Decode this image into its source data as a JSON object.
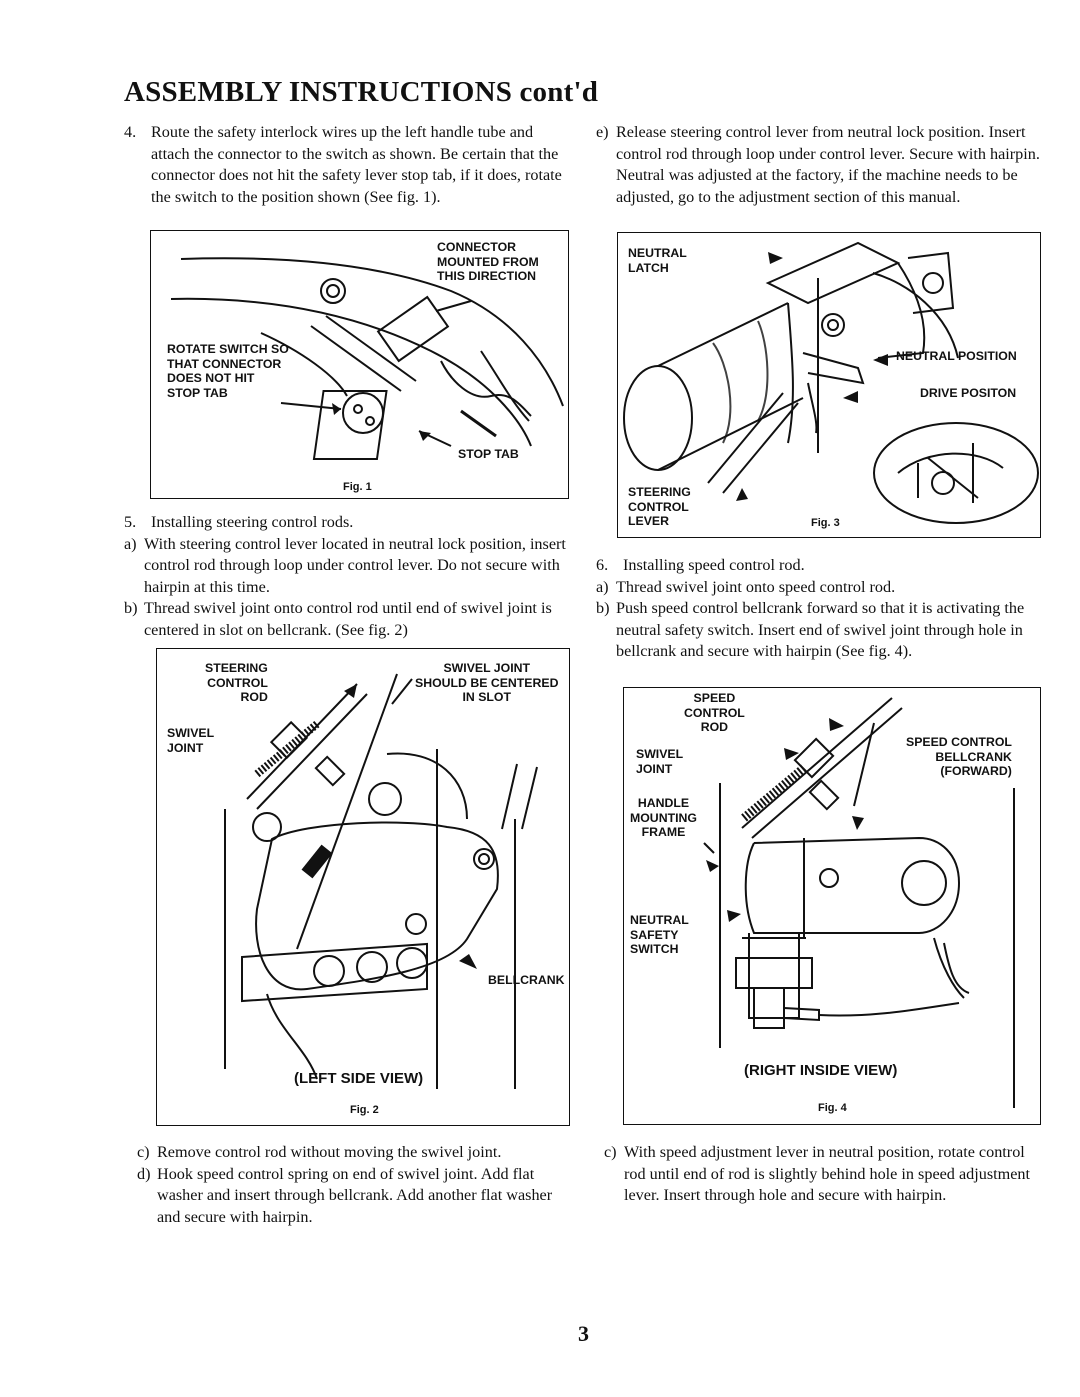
{
  "page": {
    "title": "ASSEMBLY INSTRUCTIONS cont'd",
    "page_number": "3"
  },
  "left_column": {
    "item4": {
      "num": "4.",
      "text": "Route the safety interlock wires up the left handle tube and attach the connector to the switch as shown. Be certain that the connector does not hit the safety lever stop tab, if it does, rotate the switch to the position shown (See fig. 1)."
    },
    "item5": {
      "num": "5.",
      "text": "Installing steering control rods.",
      "a_num": "a)",
      "a_text": "With steering control lever located in neutral lock position, insert control rod through loop under control lever. Do not secure with hairpin at this time.",
      "b_num": "b)",
      "b_text": "Thread swivel joint onto control rod until end of swivel joint is centered in slot on bellcrank. (See fig. 2)"
    },
    "bottom": {
      "c_num": "c)",
      "c_text": "Remove control rod without moving the swivel joint.",
      "d_num": "d)",
      "d_text": "Hook speed control spring on end of swivel joint. Add flat washer and insert through bellcrank. Add another flat washer and secure with hairpin."
    }
  },
  "right_column": {
    "item_e": {
      "num": "e)",
      "text": "Release steering control lever from neutral lock position. Insert control rod through loop under control lever. Secure with hairpin. Neutral was adjusted at the factory, if the machine needs to be adjusted, go to the adjustment section of this manual."
    },
    "item6": {
      "num": "6.",
      "text": "Installing speed control rod.",
      "a_num": "a)",
      "a_text": "Thread swivel joint onto speed control rod.",
      "b_num": "b)",
      "b_text": "Push speed control bellcrank forward so that it is activating the neutral safety switch. Insert end of swivel joint through hole in bellcrank and secure with hairpin (See fig. 4)."
    },
    "bottom": {
      "c_num": "c)",
      "c_text": "With speed adjustment lever in neutral position, rotate control rod until end of rod is slightly behind hole in speed adjustment lever. Insert through hole and secure with hairpin."
    }
  },
  "fig1": {
    "caption": "Fig. 1",
    "label_connector": "CONNECTOR\nMOUNTED FROM\nTHIS DIRECTION",
    "label_rotate": "ROTATE SWITCH SO\nTHAT CONNECTOR\nDOES NOT HIT\nSTOP TAB",
    "label_stoptab": "STOP TAB"
  },
  "fig2": {
    "caption": "Fig. 2",
    "label_steering": "STEERING\nCONTROL\nROD",
    "label_swivel": "SWIVEL\nJOINT",
    "label_swivel_centered": "SWIVEL JOINT\nSHOULD BE CENTERED\nIN SLOT",
    "label_bellcrank": "BELLCRANK",
    "view_label": "(LEFT SIDE VIEW)"
  },
  "fig3": {
    "caption": "Fig. 3",
    "label_neutral_latch": "NEUTRAL\nLATCH",
    "label_neutral_position": "NEUTRAL POSITION",
    "label_drive_position": "DRIVE POSITON",
    "label_steering_lever": "STEERING\nCONTROL\nLEVER"
  },
  "fig4": {
    "caption": "Fig. 4",
    "label_speed_rod": "SPEED\nCONTROL\nROD",
    "label_swivel": "SWIVEL\nJOINT",
    "label_handle": "HANDLE\nMOUNTING\nFRAME",
    "label_bellcrank": "SPEED CONTROL\nBELLCRANK\n(FORWARD)",
    "label_switch": "NEUTRAL\nSAFETY\nSWITCH",
    "view_label": "(RIGHT INSIDE VIEW)"
  }
}
